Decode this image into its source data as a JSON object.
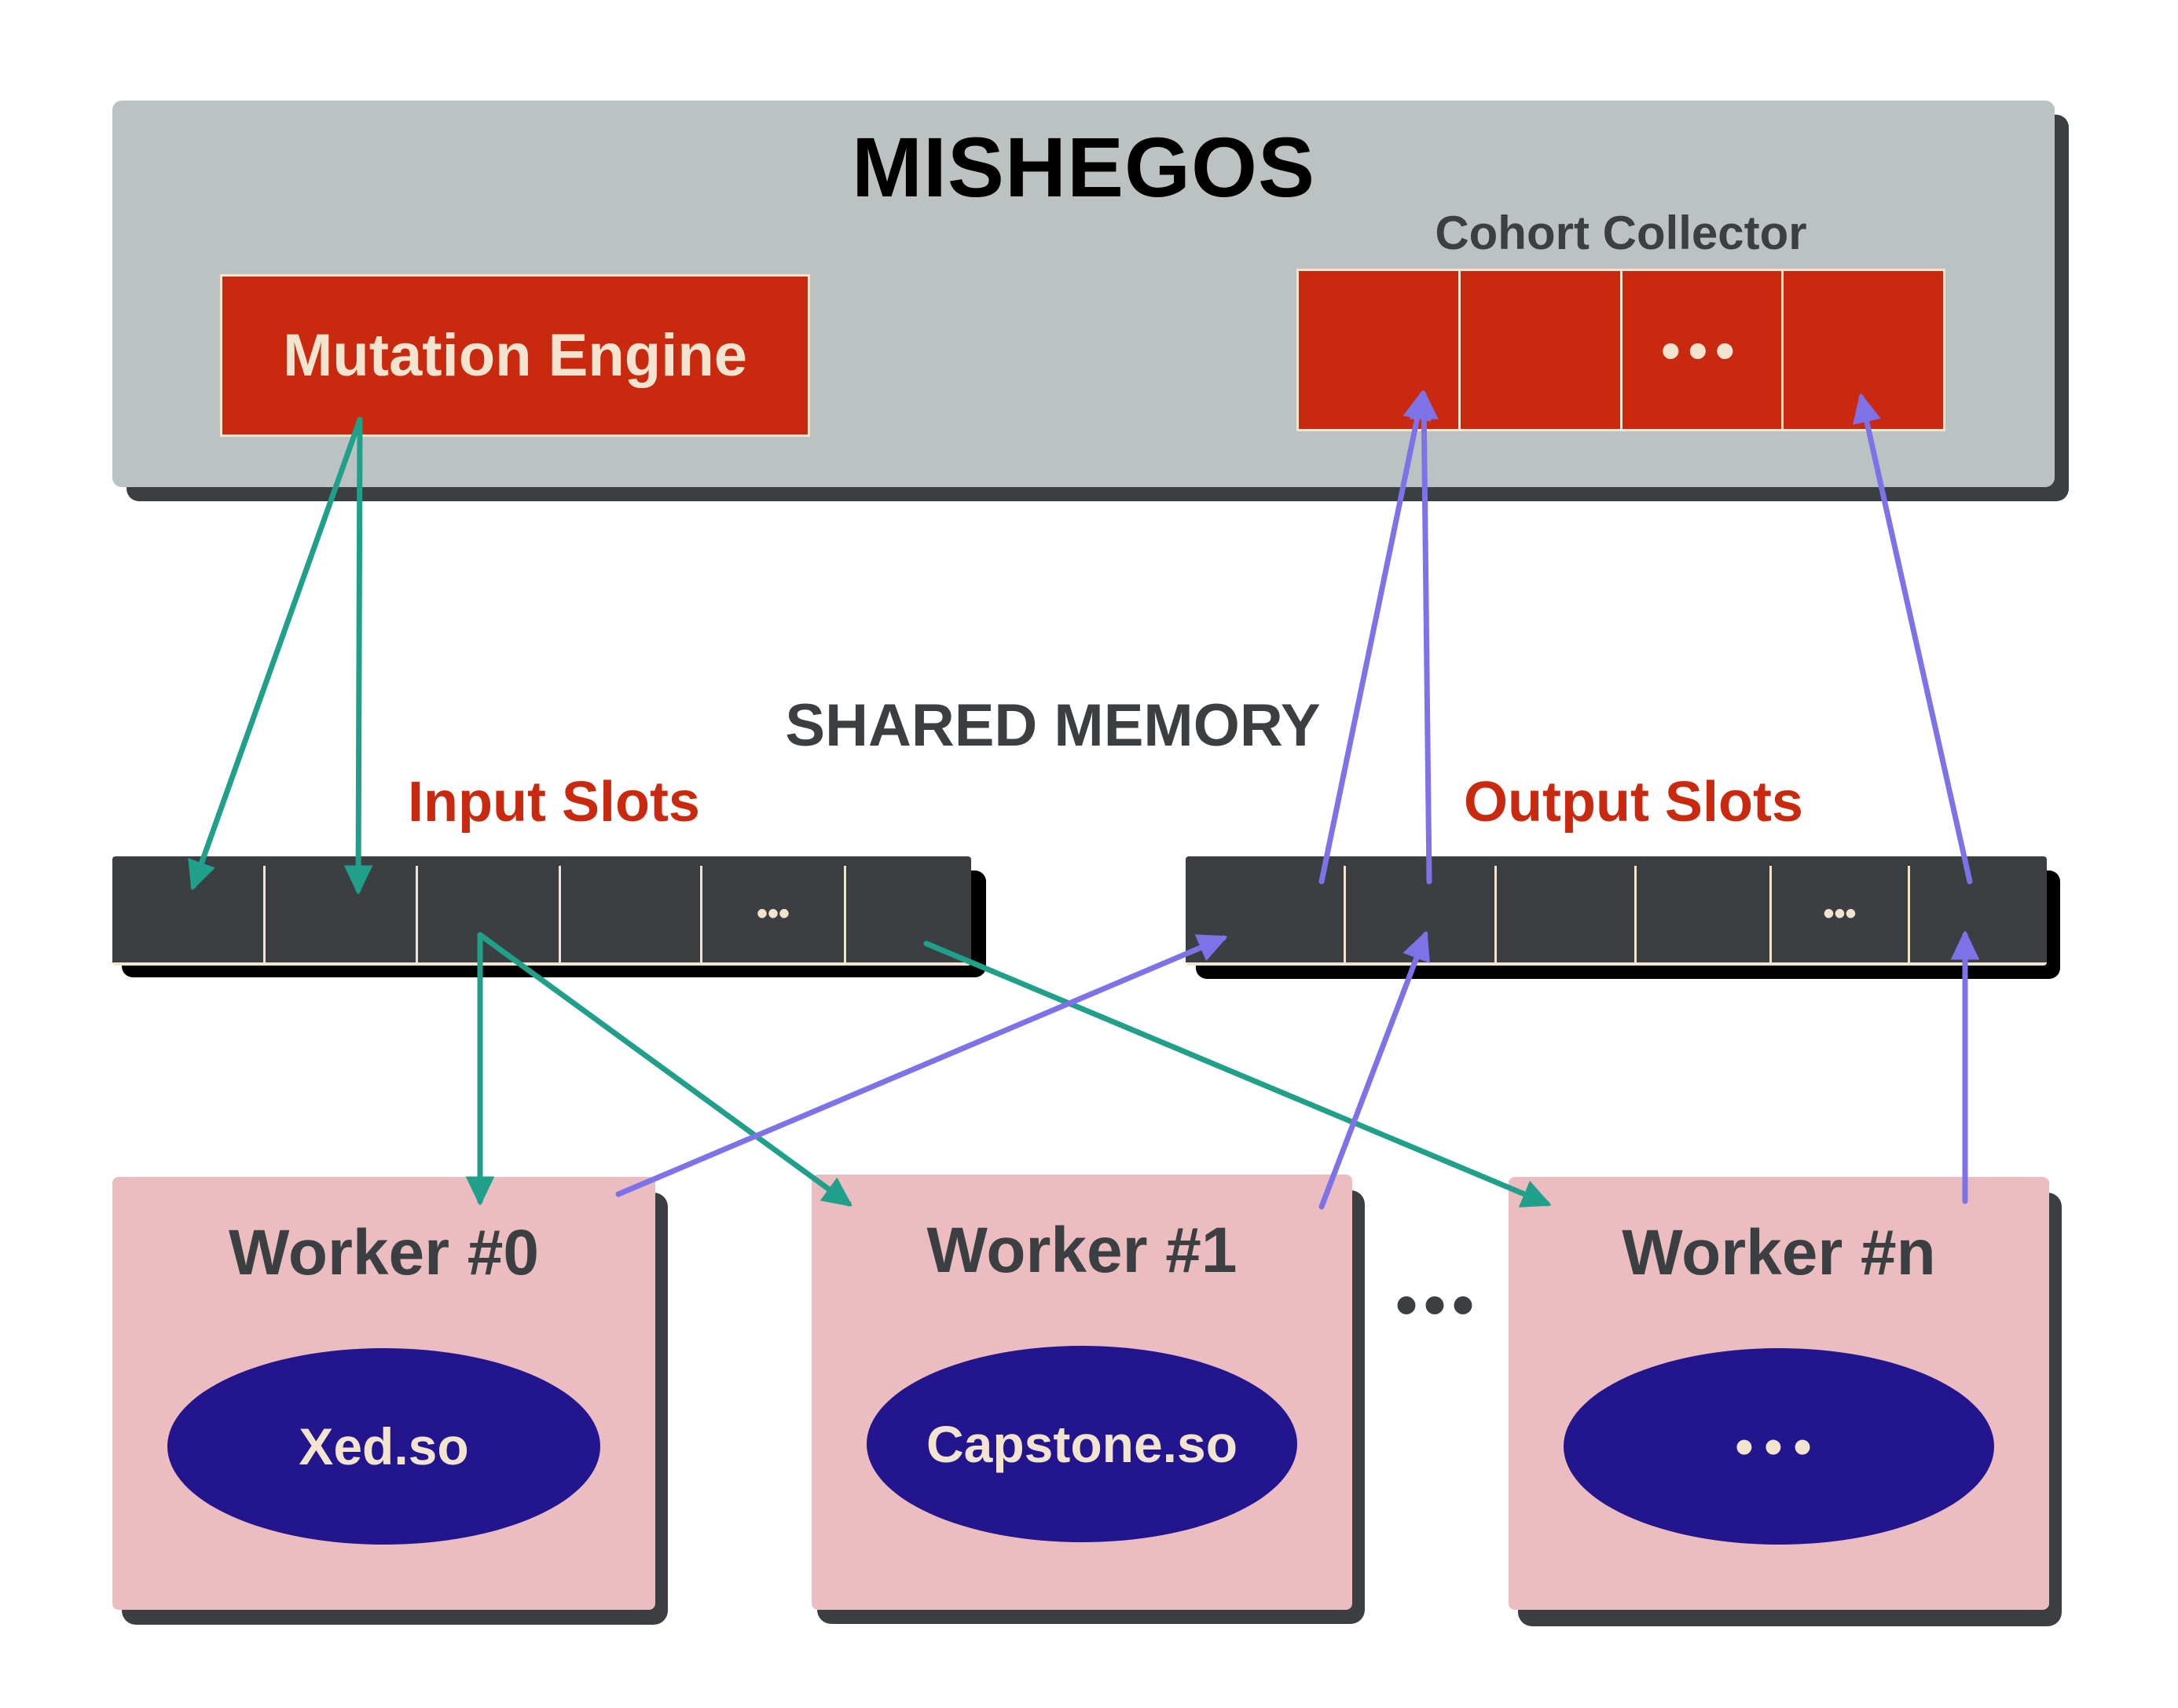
{
  "title": "MISHEGOS",
  "mutation_engine": {
    "label": "Mutation Engine"
  },
  "cohort_collector": {
    "label": "Cohort Collector",
    "cells": [
      "",
      "",
      "•••",
      ""
    ]
  },
  "shared_memory": {
    "label": "SHARED MEMORY",
    "input_slots": {
      "label": "Input Slots",
      "cells": [
        "",
        "",
        "",
        "",
        "•••",
        ""
      ]
    },
    "output_slots": {
      "label": "Output Slots",
      "cells": [
        "",
        "",
        "",
        "",
        "•••",
        ""
      ]
    }
  },
  "workers": [
    {
      "title": "Worker #0",
      "library": "Xed.so"
    },
    {
      "title": "Worker #1",
      "library": "Capstone.so"
    },
    {
      "title": "Worker #n",
      "library": "•••"
    }
  ],
  "between_workers": "•••",
  "colors": {
    "input_flow": "#20a08a",
    "output_flow": "#7e72e8",
    "accent_red": "#c9290e",
    "worker_bg": "#ebbdc0",
    "library_bg": "#23158e",
    "panel_bg": "#bcc2c2"
  },
  "flows": [
    {
      "from": "mutation-engine",
      "to": "input-slot-0",
      "kind": "input"
    },
    {
      "from": "mutation-engine",
      "to": "input-slot-1",
      "kind": "input"
    },
    {
      "from": "input-slot-2",
      "to": "worker-0",
      "kind": "input"
    },
    {
      "from": "input-slot-2",
      "to": "worker-1",
      "kind": "input"
    },
    {
      "from": "input-slot-5",
      "to": "worker-n",
      "kind": "input"
    },
    {
      "from": "worker-0",
      "to": "output-slot-0",
      "kind": "output"
    },
    {
      "from": "worker-1",
      "to": "output-slot-1",
      "kind": "output"
    },
    {
      "from": "worker-n",
      "to": "output-slot-5",
      "kind": "output"
    },
    {
      "from": "output-slot-0",
      "to": "cohort-cell-0",
      "kind": "output"
    },
    {
      "from": "output-slot-1",
      "to": "cohort-cell-0",
      "kind": "output"
    },
    {
      "from": "output-slot-5",
      "to": "cohort-cell-3",
      "kind": "output"
    }
  ]
}
